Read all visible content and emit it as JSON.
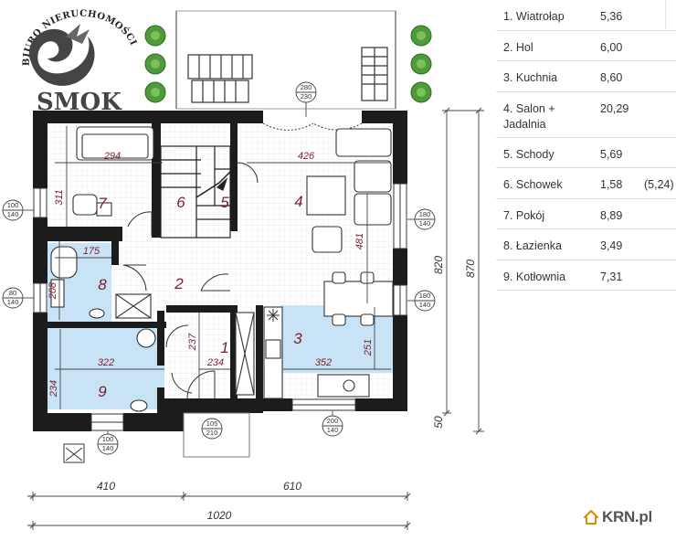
{
  "logo": {
    "top_text": "BIURO NIERUCHOMOŚCI",
    "main_text": "SMOK"
  },
  "plan": {
    "rooms": [
      {
        "num": "1"
      },
      {
        "num": "2"
      },
      {
        "num": "3"
      },
      {
        "num": "4"
      },
      {
        "num": "5"
      },
      {
        "num": "6"
      },
      {
        "num": "7"
      },
      {
        "num": "8"
      },
      {
        "num": "9"
      }
    ],
    "dims": {
      "d294": "294",
      "d426": "426",
      "d311": "311",
      "d481": "481",
      "d175": "175",
      "d208": "208",
      "d237": "237",
      "d234a": "234",
      "d322": "322",
      "d234b": "234",
      "d352": "352",
      "d251": "251",
      "d820": "820",
      "d870": "870",
      "d50": "50",
      "d410": "410",
      "d610": "610",
      "d1020": "1020"
    },
    "openings": {
      "top_door": [
        "280",
        "230"
      ],
      "left_win_1": [
        "100",
        "140"
      ],
      "left_win_2": [
        "80",
        "140"
      ],
      "right_win_1": [
        "180",
        "140"
      ],
      "right_win_2": [
        "180",
        "140"
      ],
      "bottom_win_1": [
        "100",
        "140"
      ],
      "bottom_door": [
        "105",
        "210"
      ],
      "bottom_win_2": [
        "200",
        "140"
      ]
    }
  },
  "room_list": [
    {
      "name": "1. Wiatrołap",
      "area": "5,36",
      "extra": ""
    },
    {
      "name": "2. Hol",
      "area": "6,00",
      "extra": ""
    },
    {
      "name": "3. Kuchnia",
      "area": "8,60",
      "extra": ""
    },
    {
      "name": "4. Salon + Jadalnia",
      "area": "20,29",
      "extra": ""
    },
    {
      "name": "5. Schody",
      "area": "5,69",
      "extra": ""
    },
    {
      "name": "6. Schowek",
      "area": "1,58",
      "extra": "(5,24)"
    },
    {
      "name": "7. Pokój",
      "area": "8,89",
      "extra": ""
    },
    {
      "name": "8. Łazienka",
      "area": "3,49",
      "extra": ""
    },
    {
      "name": "9. Kotłownia",
      "area": "7,31",
      "extra": ""
    }
  ],
  "site": {
    "name": "KRN.pl"
  },
  "colors": {
    "room_blue": "#c8e3f5",
    "wall": "#1c1c1c",
    "room_num": "#7a1e2c",
    "dim_text": "#333333",
    "plant": "#4f9a3a"
  }
}
